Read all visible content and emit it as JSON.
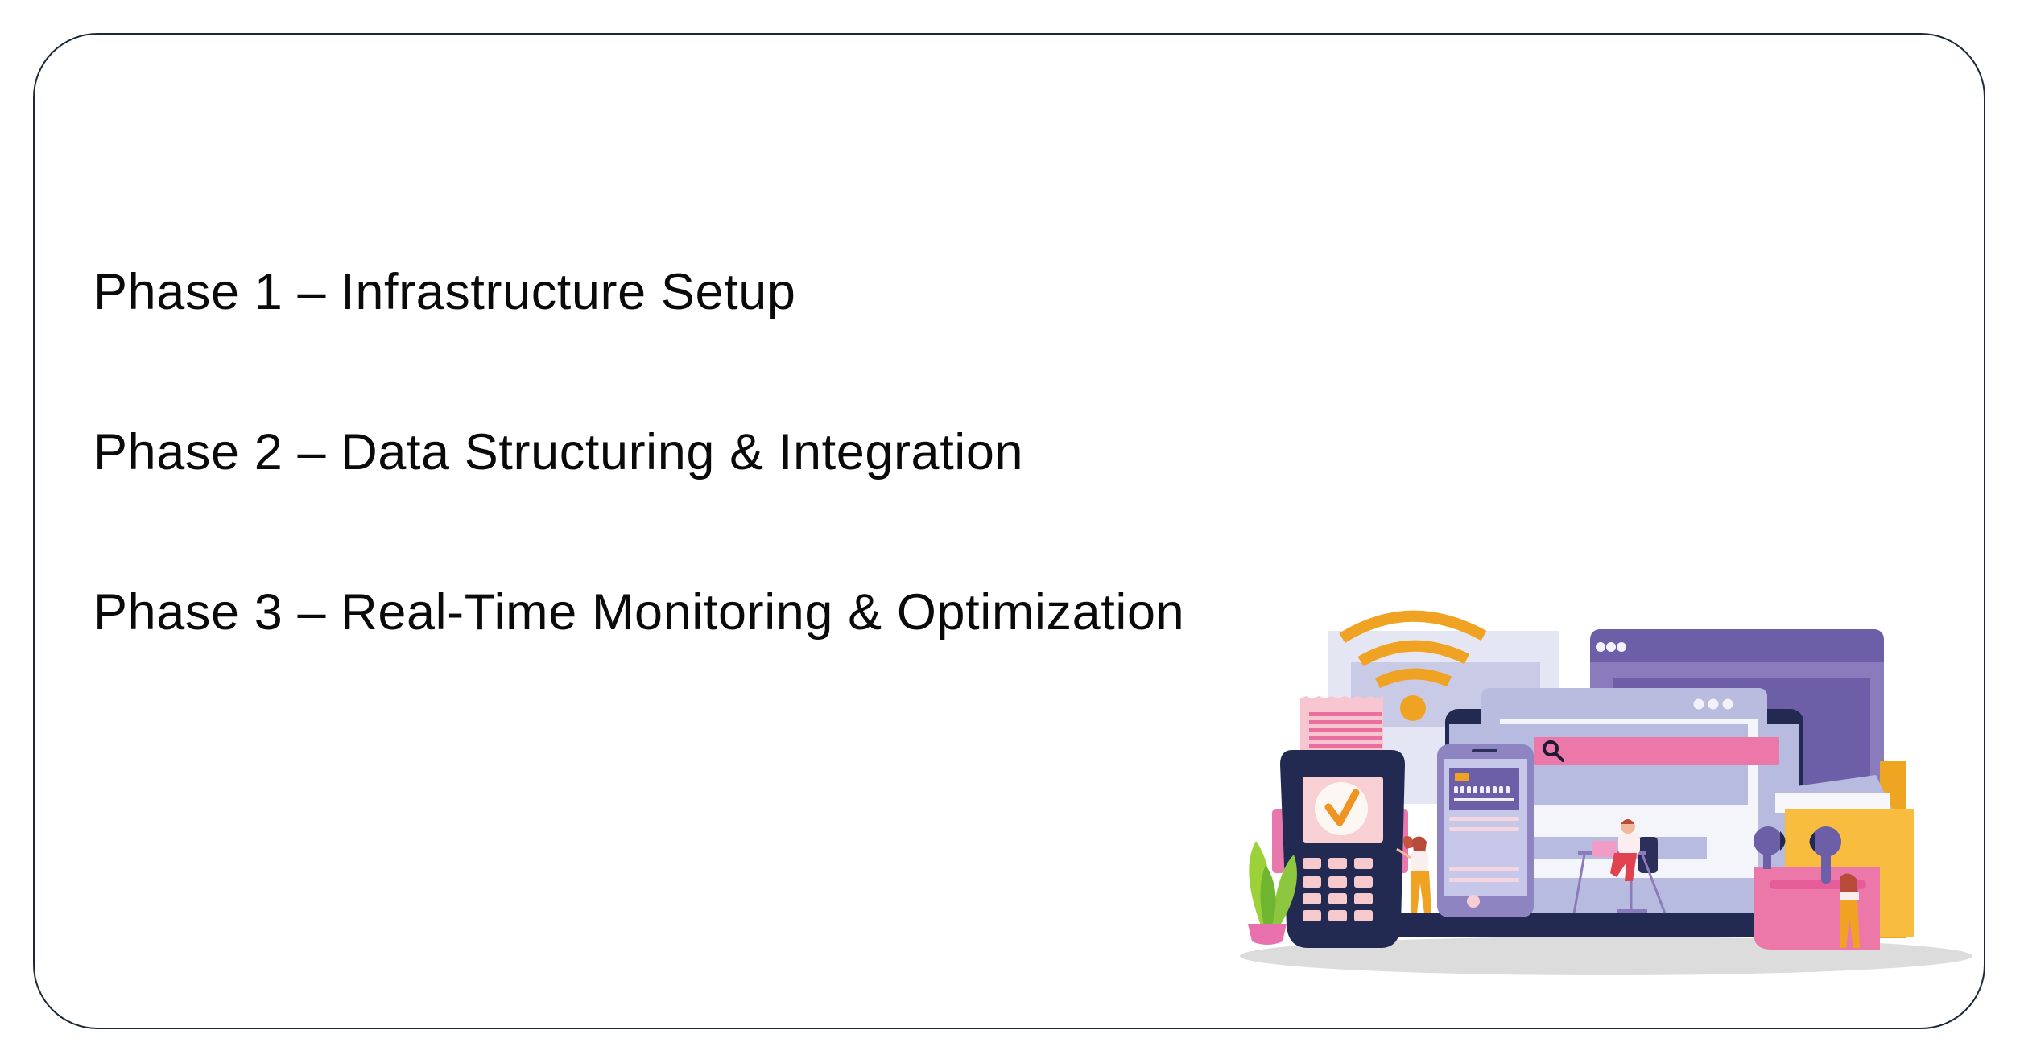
{
  "phases": [
    {
      "label": "Phase 1 – Infrastructure Setup"
    },
    {
      "label": "Phase 2 – Data Structuring & Integration"
    },
    {
      "label": "Phase 3 – Real-Time Monitoring & Optimization"
    }
  ],
  "illustration": {
    "description": "Flat digital payments illustration: POS terminal with approved checkmark, receipt, wifi signal, smartphone with card, laptop with browser windows and pink search bar, tiny people, earbuds case, folder, plant",
    "icons": [
      "wifi-icon",
      "checkmark-icon",
      "search-icon",
      "window-dots-icon",
      "credit-card-icon"
    ]
  },
  "colors": {
    "border": "#1c2a38",
    "text": "#0a0a0a",
    "accent_orange": "#f0a323",
    "accent_purple": "#6c5fa7",
    "accent_pink": "#ec78a9",
    "navy": "#232a52",
    "lavender": "#b9bbdf",
    "yellow": "#f8bd3f",
    "green": "#8dc63f"
  }
}
